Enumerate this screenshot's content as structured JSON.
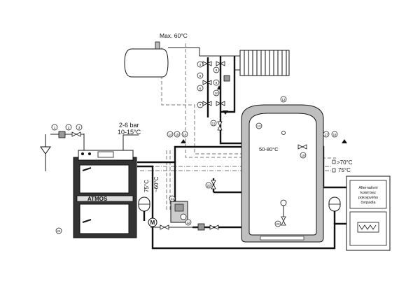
{
  "labels": {
    "max_temp": "Max. 60°C",
    "pressure": "2-6 bar",
    "water_temp": "10-15°C",
    "boiler_brand": "ATMOS",
    "tank_range": "50-80°C",
    "gt70": ">70°C",
    "t75_right": "75°C",
    "t75_left": "75°C",
    "t60": "~60°C",
    "m_label": "M",
    "aux_line1": "Alternativni",
    "aux_line2": "kotel bez",
    "aux_line3": "pokojového",
    "aux_line4": "čerpadla"
  },
  "callouts": [
    "1",
    "2",
    "3",
    "4",
    "5",
    "6",
    "7",
    "8",
    "9",
    "10",
    "11",
    "12",
    "13",
    "14",
    "15",
    "16",
    "17",
    "18",
    "19",
    "20",
    "21",
    "22",
    "23",
    "24"
  ],
  "colors": {
    "line": "#111111",
    "dashed": "#777777",
    "fill_gray": "#bfbfbf",
    "fill_dark": "#333333"
  }
}
